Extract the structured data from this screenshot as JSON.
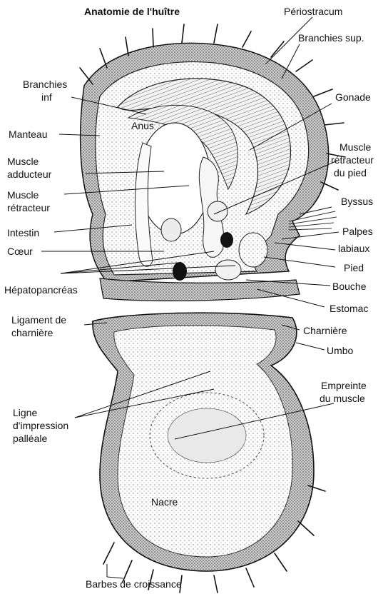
{
  "title": "Anatomie de l'huître",
  "labels": {
    "periostracum": "Périostracum",
    "branchies_sup": "Branchies sup.",
    "branchies_inf": [
      "Branchies",
      "inf"
    ],
    "gonade": "Gonade",
    "anus": "Anus",
    "manteau": "Manteau",
    "muscle_adducteur": [
      "Muscle",
      "adducteur"
    ],
    "muscle_retracteur_pied": [
      "Muscle",
      "rétracteur",
      "du pied"
    ],
    "muscle_retracteur": [
      "Muscle",
      "rétracteur"
    ],
    "byssus": "Byssus",
    "intestin": "Intestin",
    "palpes_labiaux": [
      "Palpes",
      "labiaux"
    ],
    "coeur": "Cœur",
    "pied": "Pied",
    "hepatopancreas": "Hépatopancréas",
    "bouche": "Bouche",
    "estomac": "Estomac",
    "ligament": [
      "Ligament de",
      "charnière"
    ],
    "charniere": "Charnière",
    "umbo": "Umbo",
    "empreinte": [
      "Empreinte",
      "du muscle"
    ],
    "ligne": [
      "Ligne",
      "d'impression",
      "palléale"
    ],
    "nacre": "Nacre",
    "barbes": "Barbes de croissance"
  },
  "colors": {
    "ink": "#111111",
    "stipple": "#8a8a8a",
    "paper": "#ffffff"
  }
}
